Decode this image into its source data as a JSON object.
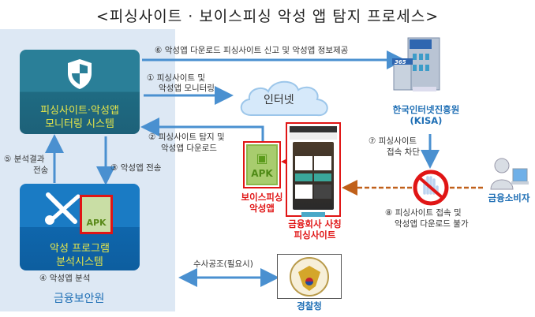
{
  "title": "<피싱사이트 · 보이스피싱 악성 앱 탐지 프로세스>",
  "fss": {
    "org": "금융보안원",
    "monitor_line1": "피싱사이트·악성앱",
    "monitor_line2": "모니터링 시스템",
    "analysis_line1": "악성 프로그램",
    "analysis_line2": "분석시스템",
    "step4": "④ 악성앱 분석"
  },
  "steps": {
    "s1a": "① 피싱사이트 및",
    "s1b": "악성앱 모니터링",
    "s2a": "② 피싱사이트 탐지 및",
    "s2b": "악성앱 다운로드",
    "s3": "③ 악성앱 전송",
    "s5a": "⑤ 분석결과",
    "s5b": "전송",
    "s6": "⑥ 악성앱 다운로드 피싱사이트 신고 및 악성앱 정보제공",
    "s7a": "⑦ 피싱사이트",
    "s7b": "접속 차단",
    "s8a": "⑧ 피싱사이트 접속 및",
    "s8b": "악성앱 다운로드 불가",
    "coop": "수사공조(필요시)"
  },
  "internet": "인터넷",
  "apk": "APK",
  "voice_app_1": "보이스피싱",
  "voice_app_2": "악성앱",
  "phish_site_1": "금융회사 사칭",
  "phish_site_2": "피싱사이트",
  "kisa_1": "한국인터넷진흥원",
  "kisa_2": "(KISA)",
  "building_sign": "365",
  "consumer": "금융소비자",
  "police": "경찰청"
}
